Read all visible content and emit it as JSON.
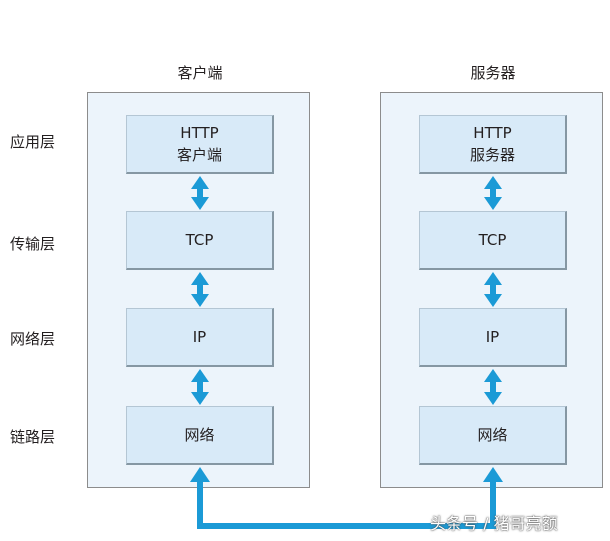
{
  "columns": {
    "client": {
      "title": "客户端",
      "layers": [
        {
          "line1": "HTTP",
          "line2": "客户端"
        },
        {
          "line1": "TCP",
          "line2": ""
        },
        {
          "line1": "IP",
          "line2": ""
        },
        {
          "line1": "网络",
          "line2": ""
        }
      ]
    },
    "server": {
      "title": "服务器",
      "layers": [
        {
          "line1": "HTTP",
          "line2": "服务器"
        },
        {
          "line1": "TCP",
          "line2": ""
        },
        {
          "line1": "IP",
          "line2": ""
        },
        {
          "line1": "网络",
          "line2": ""
        }
      ]
    }
  },
  "layer_labels": [
    "应用层",
    "传输层",
    "网络层",
    "链路层"
  ],
  "colors": {
    "arrow": "#1b9ad6",
    "panel": "#ecf4fb",
    "box": "#d8eaf8"
  },
  "watermark": "头条号 / 猪哥亮额"
}
